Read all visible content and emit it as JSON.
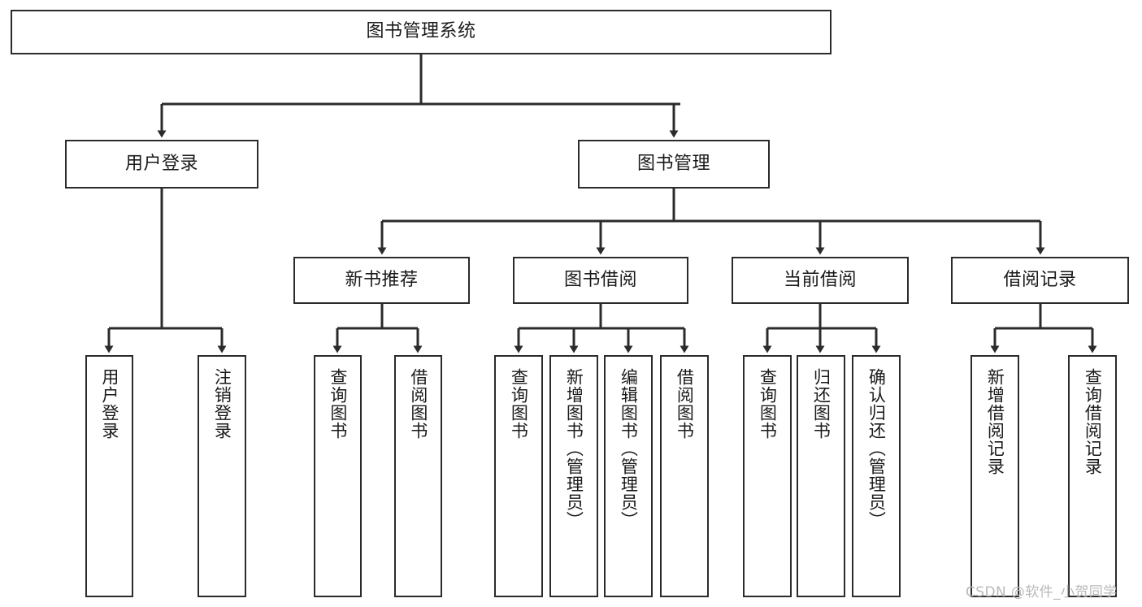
{
  "diagram": {
    "type": "tree-hierarchy",
    "title": "图书管理系统",
    "colors": {
      "box_border": "#2b2b2b",
      "box_fill": "#ffffff",
      "connector": "#2b2b2b",
      "text": "#1a1a1a",
      "watermark": "#b9b9b9",
      "background": "#ffffff"
    },
    "levels": {
      "level1": [
        "图书管理系统"
      ],
      "level2": [
        "用户登录",
        "图书管理"
      ],
      "level3": [
        "新书推荐",
        "图书借阅",
        "当前借阅",
        "借阅记录"
      ],
      "level4": [
        "用户登录",
        "注销登录",
        "查询图书",
        "借阅图书",
        "查询图书",
        "新增图书（管理员）",
        "编辑图书（管理员）",
        "借阅图书",
        "查询图书",
        "归还图书",
        "确认归还（管理员）",
        "新增借阅记录",
        "查询借阅记录"
      ]
    },
    "nodes": {
      "root": {
        "label": "图书管理系统"
      },
      "user_login": {
        "label": "用户登录"
      },
      "book_manage": {
        "label": "图书管理"
      },
      "new_book_rec": {
        "label": "新书推荐"
      },
      "book_borrow": {
        "label": "图书借阅"
      },
      "current_borrow": {
        "label": "当前借阅"
      },
      "borrow_record": {
        "label": "借阅记录"
      },
      "leaf_user_login": {
        "label": "用户登录"
      },
      "leaf_logout": {
        "label": "注销登录"
      },
      "leaf_query_book_1": {
        "label": "查询图书"
      },
      "leaf_borrow_book_1": {
        "label": "借阅图书"
      },
      "leaf_query_book_2": {
        "label": "查询图书"
      },
      "leaf_add_book": {
        "label": "新增图书（管理员）"
      },
      "leaf_edit_book": {
        "label": "编辑图书（管理员）"
      },
      "leaf_borrow_book_2": {
        "label": "借阅图书"
      },
      "leaf_query_book_3": {
        "label": "查询图书"
      },
      "leaf_return_book": {
        "label": "归还图书"
      },
      "leaf_confirm_return": {
        "label": "确认归还（管理员）"
      },
      "leaf_add_record": {
        "label": "新增借阅记录"
      },
      "leaf_query_record": {
        "label": "查询借阅记录"
      }
    },
    "edges": [
      {
        "from": "root",
        "to": "user_login"
      },
      {
        "from": "root",
        "to": "book_manage"
      },
      {
        "from": "user_login",
        "to": "leaf_user_login"
      },
      {
        "from": "user_login",
        "to": "leaf_logout"
      },
      {
        "from": "book_manage",
        "to": "new_book_rec"
      },
      {
        "from": "book_manage",
        "to": "book_borrow"
      },
      {
        "from": "book_manage",
        "to": "current_borrow"
      },
      {
        "from": "book_manage",
        "to": "borrow_record"
      },
      {
        "from": "new_book_rec",
        "to": "leaf_query_book_1"
      },
      {
        "from": "new_book_rec",
        "to": "leaf_borrow_book_1"
      },
      {
        "from": "book_borrow",
        "to": "leaf_query_book_2"
      },
      {
        "from": "book_borrow",
        "to": "leaf_add_book"
      },
      {
        "from": "book_borrow",
        "to": "leaf_edit_book"
      },
      {
        "from": "book_borrow",
        "to": "leaf_borrow_book_2"
      },
      {
        "from": "current_borrow",
        "to": "leaf_query_book_3"
      },
      {
        "from": "current_borrow",
        "to": "leaf_return_book"
      },
      {
        "from": "current_borrow",
        "to": "leaf_confirm_return"
      },
      {
        "from": "borrow_record",
        "to": "leaf_add_record"
      },
      {
        "from": "borrow_record",
        "to": "leaf_query_record"
      }
    ]
  },
  "watermark": {
    "text": "CSDN @软件_小贺同学"
  }
}
